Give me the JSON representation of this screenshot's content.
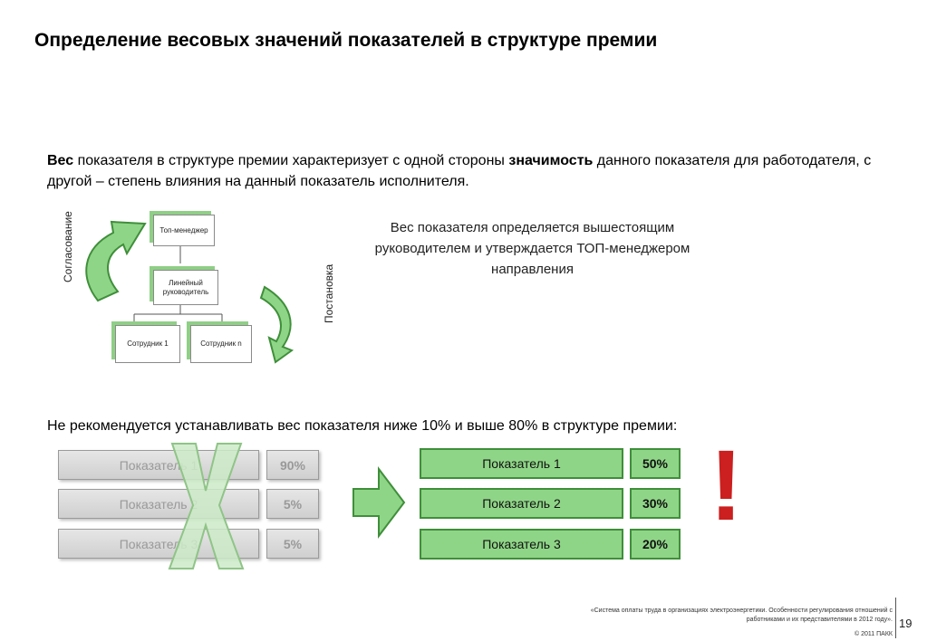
{
  "title": "Определение весовых значений показателей в структуре премии",
  "intro": {
    "part1": "Вес",
    "part2": " показателя в структуре премии характеризует с одной стороны ",
    "part3": "значимость",
    "part4": " данного показателя для работодателя, с другой – степень влияния на данный показатель исполнителя."
  },
  "diagram": {
    "left_label": "Согласование",
    "right_label": "Постановка",
    "boxes": {
      "top": "Топ-менеджер",
      "middle": "Линейный руководитель",
      "employee1": "Сотрудник 1",
      "employeen": "Сотрудник n"
    }
  },
  "note": "Вес показателя определяется вышестоящим руководителем и утверждается ТОП-менеджером направления",
  "recommendation": "Не рекомендуется устанавливать вес показателя  ниже 10% и выше 80% в структуре премии:",
  "wrong_rows": [
    {
      "label": "Показатель 1",
      "pct": "90%"
    },
    {
      "label": "Показатель 2",
      "pct": "5%"
    },
    {
      "label": "Показатель 3",
      "pct": "5%"
    }
  ],
  "right_rows": [
    {
      "label": "Показатель 1",
      "pct": "50%"
    },
    {
      "label": "Показатель 2",
      "pct": "30%"
    },
    {
      "label": "Показатель 3",
      "pct": "20%"
    }
  ],
  "exclamation": "!",
  "footnote": "«Система оплаты труда в организациях электроэнергетики. Особенности регулирования отношений с работниками и их представителями в 2012 году».",
  "copyright": "© 2011 ПАКК",
  "page_number": "19",
  "colors": {
    "green_fill": "#8fd587",
    "green_border": "#3f8f3a",
    "gray_fill": "#d9d9d9",
    "exclamation": "#cc1f1f"
  },
  "icons": [
    "curved-arrow-up-icon",
    "curved-arrow-down-icon",
    "right-arrow-icon",
    "cross-x-icon"
  ]
}
